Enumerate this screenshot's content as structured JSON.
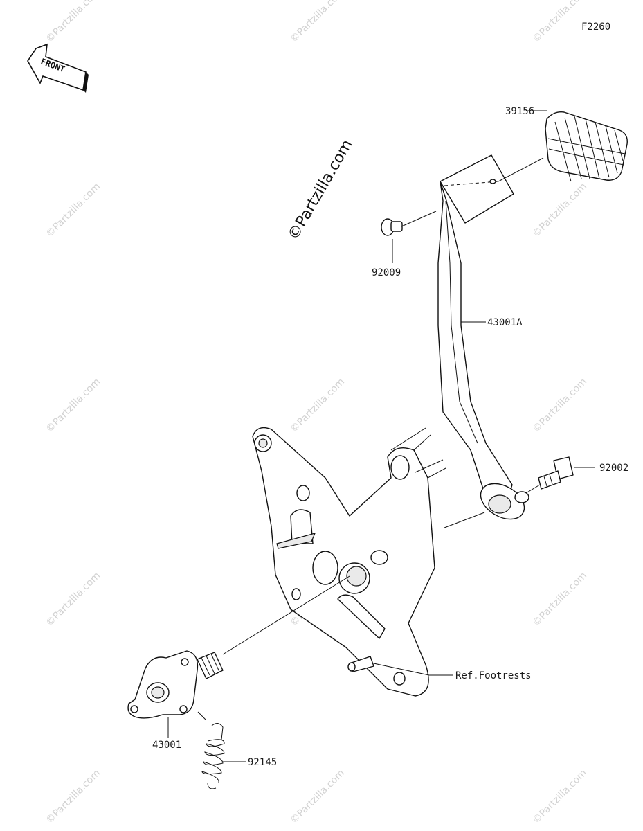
{
  "figure_code": "F2260",
  "front_arrow_label": "FRONT",
  "watermark": "©Partzilla.com",
  "parts": [
    {
      "number": "39156"
    },
    {
      "number": "92009"
    },
    {
      "number": "43001A"
    },
    {
      "number": "92002"
    },
    {
      "number": "Ref.Footrests"
    },
    {
      "number": "43001"
    },
    {
      "number": "92145"
    }
  ]
}
